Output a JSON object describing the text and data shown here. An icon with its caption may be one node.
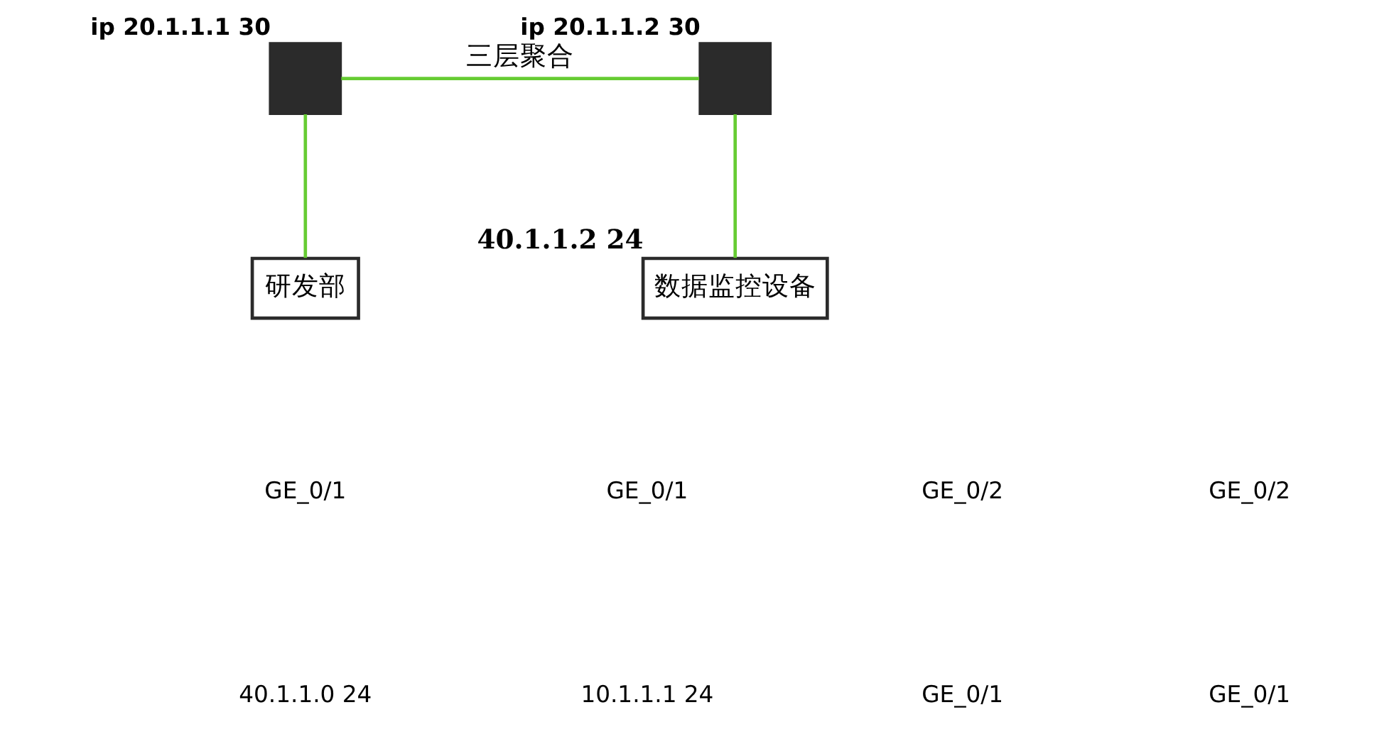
{
  "diagram": {
    "nodes": [
      {
        "text": [],
        "shape": "box",
        "beside": [
          "ip 20.1.1.1 30"
        ]
      },
      {
        "text": [],
        "shape": "box",
        "beside": [
          "ip 20.1.1.2 30"
        ]
      },
      {
        "text": [
          "研发部"
        ]
      },
      {
        "text": [
          "数据监控设备"
        ],
        "beside": [
          "40.1.1.2 24"
        ]
      }
    ],
    "edges": [
      {
        "from": 0,
        "to": 1,
        "arrow": "none",
        "label": "三层聚合"
      },
      {
        "from": 0,
        "to": 2,
        "arrow": "none"
      },
      {
        "from": 1,
        "to": 3,
        "arrow": "none"
      }
    ],
    "labels": [
      "GE_0/1",
      "GE_0/1",
      "GE_0/2",
      "GE_0/2",
      "40.1.1.0 24",
      "10.1.1.1 24",
      "GE_0/1",
      "GE_0/1"
    ]
  }
}
